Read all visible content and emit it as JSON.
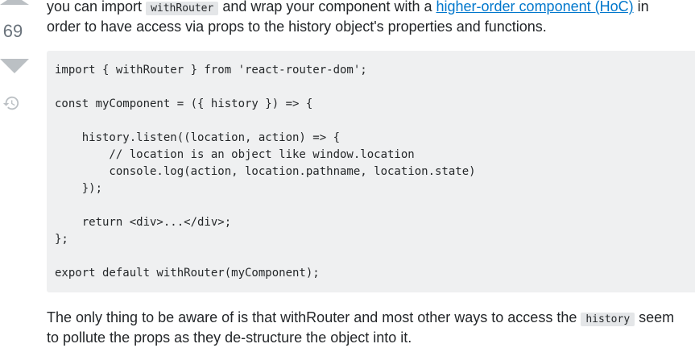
{
  "vote": {
    "count": "69"
  },
  "answer": {
    "para1": {
      "line1_a": "you can import ",
      "code1": "withRouter",
      "line1_b": " and wrap your component with a ",
      "link_text": "higher-order component (HoC)",
      "line1_c": " in",
      "line2": "order to have access via props to the history object's properties and functions."
    },
    "code_lines": [
      "import { withRouter } from 'react-router-dom';",
      "",
      "const myComponent = ({ history }) => {",
      "",
      "    history.listen((location, action) => {",
      "        // location is an object like window.location",
      "        console.log(action, location.pathname, location.state)",
      "    });",
      "",
      "    return <div>...</div>;",
      "};",
      "",
      "export default withRouter(myComponent);"
    ],
    "para2": {
      "line1_a": "The only thing to be aware of is that withRouter and most other ways to access the ",
      "code1": "history",
      "line1_b": " seem",
      "line2": "to pollute the props as they de-structure the object into it."
    }
  },
  "icons": {
    "downvote": "triangle-down",
    "history": "history-clock"
  },
  "colors": {
    "link": "#0077cc",
    "code_bg": "#eff0f1",
    "inline_code_bg": "#e4e6e8",
    "vote_gray": "#bbc0c4"
  }
}
